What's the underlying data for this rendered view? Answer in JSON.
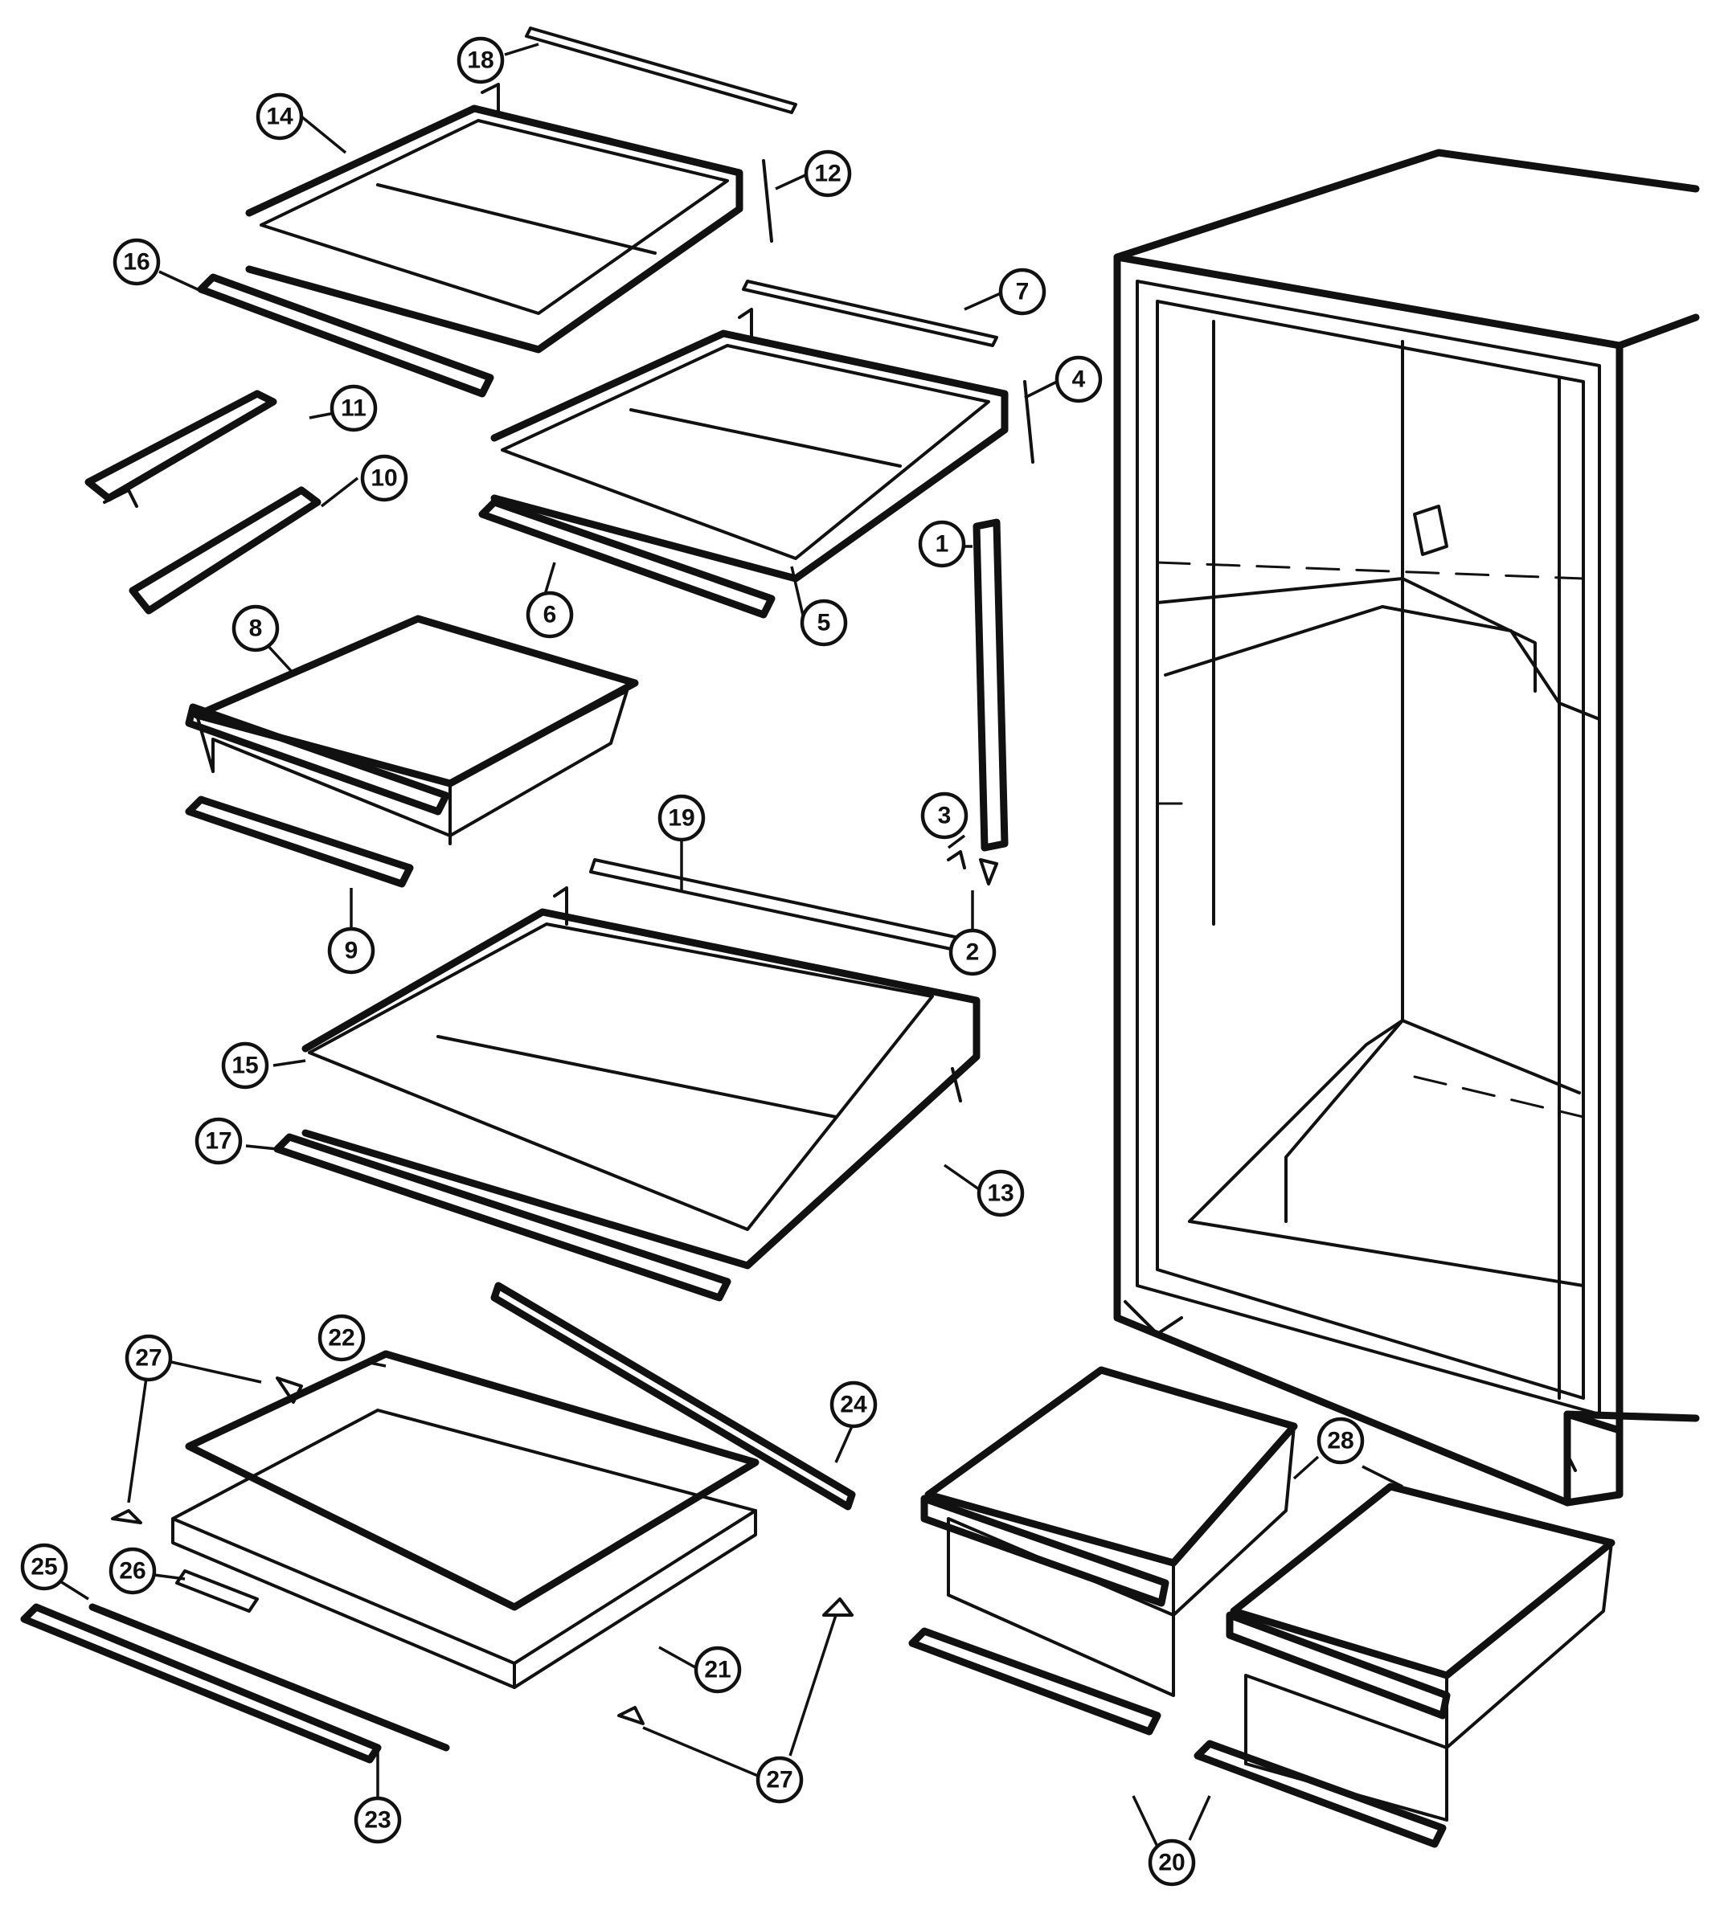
{
  "callouts": [
    {
      "id": "c1",
      "label": "1"
    },
    {
      "id": "c2",
      "label": "2"
    },
    {
      "id": "c3",
      "label": "3"
    },
    {
      "id": "c4",
      "label": "4"
    },
    {
      "id": "c5",
      "label": "5"
    },
    {
      "id": "c6",
      "label": "6"
    },
    {
      "id": "c7",
      "label": "7"
    },
    {
      "id": "c8",
      "label": "8"
    },
    {
      "id": "c9",
      "label": "9"
    },
    {
      "id": "c10",
      "label": "10"
    },
    {
      "id": "c11",
      "label": "11"
    },
    {
      "id": "c12",
      "label": "12"
    },
    {
      "id": "c13",
      "label": "13"
    },
    {
      "id": "c14",
      "label": "14"
    },
    {
      "id": "c15",
      "label": "15"
    },
    {
      "id": "c16",
      "label": "16"
    },
    {
      "id": "c17",
      "label": "17"
    },
    {
      "id": "c18",
      "label": "18"
    },
    {
      "id": "c19",
      "label": "19"
    },
    {
      "id": "c20",
      "label": "20"
    },
    {
      "id": "c21",
      "label": "21"
    },
    {
      "id": "c22",
      "label": "22"
    },
    {
      "id": "c23",
      "label": "23"
    },
    {
      "id": "c24",
      "label": "24"
    },
    {
      "id": "c25",
      "label": "25"
    },
    {
      "id": "c26",
      "label": "26"
    },
    {
      "id": "c27a",
      "label": "27"
    },
    {
      "id": "c27b",
      "label": "27"
    },
    {
      "id": "c28",
      "label": "28"
    }
  ],
  "colors": {
    "line": "#111111",
    "background": "#ffffff"
  }
}
